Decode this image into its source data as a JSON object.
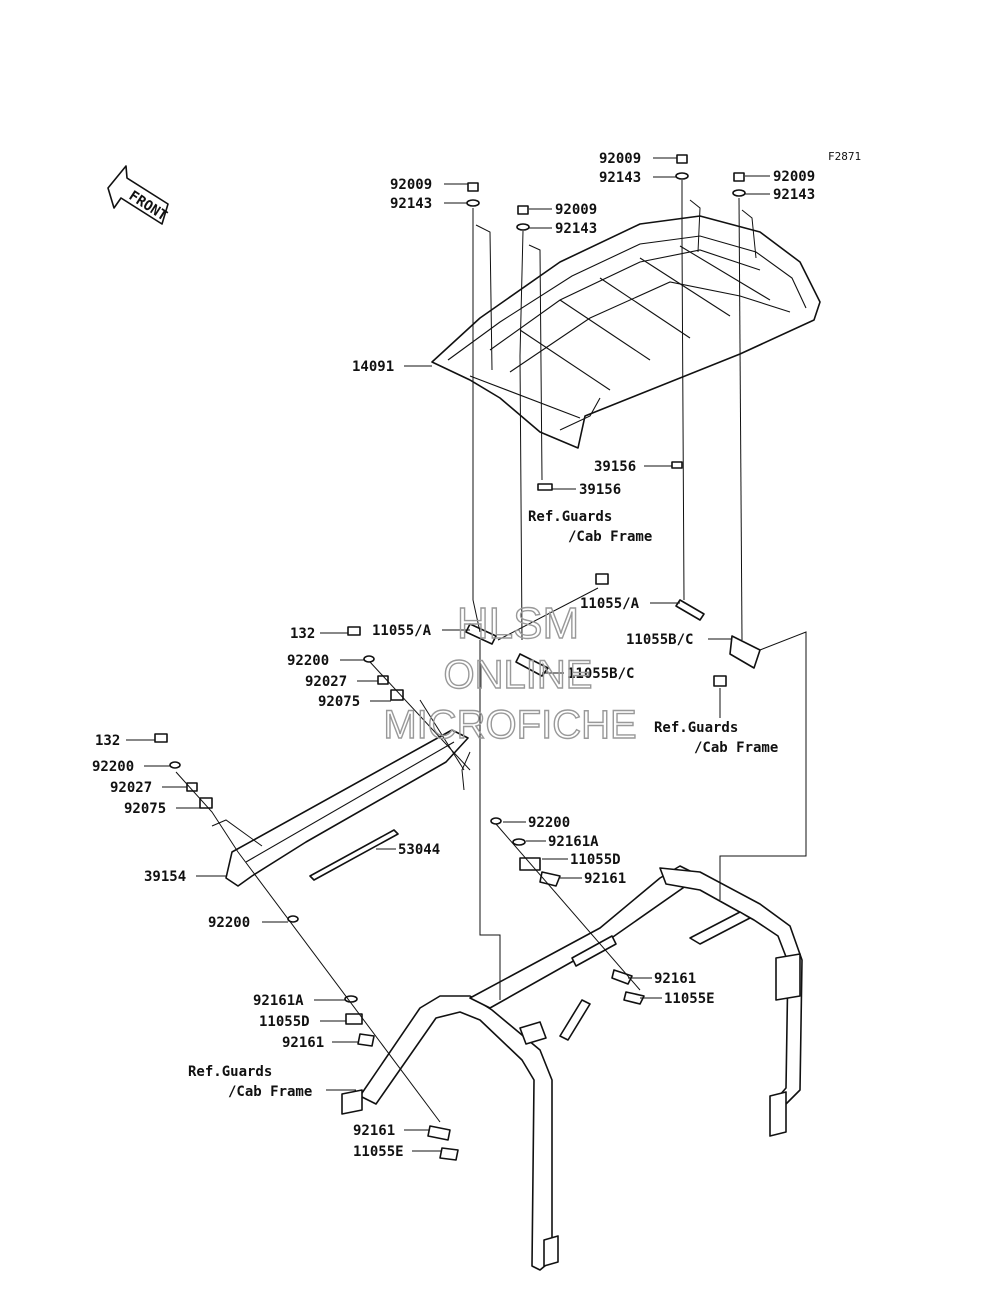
{
  "figure_id": "F2871",
  "front_badge": "FRONT",
  "watermark": {
    "line1": "HLSM",
    "line2": "ONLINE",
    "line3": "MICROFICHE"
  },
  "callouts": {
    "c92009_tr": "92009",
    "c92143_tr": "92143",
    "c92009_fr": "92009",
    "c92143_fr": "92143",
    "c92009_l": "92009",
    "c92143_l": "92143",
    "c92009_m": "92009",
    "c92143_m": "92143",
    "c14091": "14091",
    "c39156_r": "39156",
    "c39156_l": "39156",
    "c11055a_r": "11055/A",
    "c11055a_l": "11055/A",
    "c11055bc_r": "11055B/C",
    "c11055bc_l": "11055B/C",
    "c132_u": "132",
    "c92200_u": "92200",
    "c92027_u": "92027",
    "c92075_u": "92075",
    "c132_l": "132",
    "c92200_l": "92200",
    "c92027_l": "92027",
    "c92075_l": "92075",
    "c39154": "39154",
    "c53044": "53044",
    "c92200_c": "92200",
    "c92161a_c": "92161A",
    "c11055d_c": "11055D",
    "c92161_c": "92161",
    "c92200_b": "92200",
    "c92161_r": "92161",
    "c11055e_r": "11055E",
    "c92161a_b": "92161A",
    "c11055d_b": "11055D",
    "c92161_b": "92161",
    "c92161_bb": "92161",
    "c11055e_b": "11055E"
  },
  "refs": {
    "top_l1": "Ref.Guards",
    "top_l2": "/Cab Frame",
    "right_l1": "Ref.Guards",
    "right_l2": "/Cab Frame",
    "left_l1": "Ref.Guards",
    "left_l2": "/Cab Frame"
  }
}
